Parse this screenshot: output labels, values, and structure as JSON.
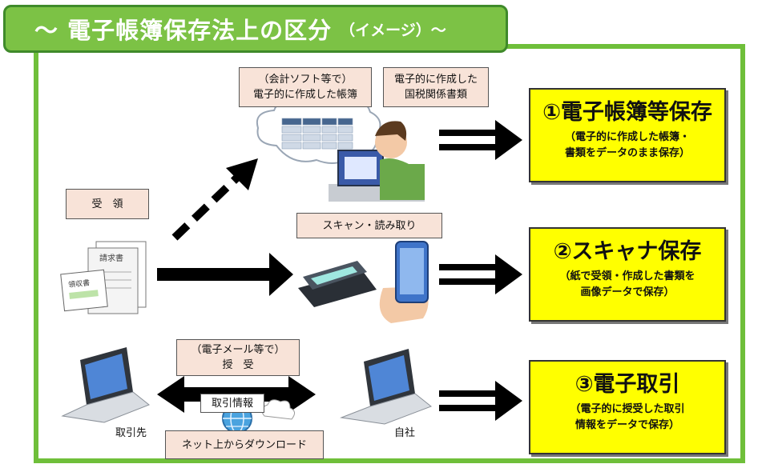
{
  "title": {
    "main": "～ 電子帳簿保存法上の区分",
    "sub": "（イメージ）～"
  },
  "boxes": {
    "software": "（会計ソフト等で）\n電子的に作成した帳簿",
    "tax_docs": "電子的に作成した\n国税関係書類",
    "receive": "受　領",
    "scan": "スキャン・読み取り",
    "email": "（電子メール等で）\n授　受",
    "download": "ネット上からダウンロード",
    "tx_info": "取引情報"
  },
  "labels": {
    "partner": "取引先",
    "self": "自社"
  },
  "documents": {
    "invoice": "請求書",
    "receipt": "領収書"
  },
  "results": [
    {
      "title": "①電子帳簿等保存",
      "desc": "（電子的に作成した帳簿・\n書類をデータのまま保存）"
    },
    {
      "title": "②スキャナ保存",
      "desc": "（紙で受領・作成した書類を\n画像データで保存）"
    },
    {
      "title": "③電子取引",
      "desc": "（電子的に授受した取引\n情報をデータで保存）"
    }
  ],
  "colors": {
    "green": "#7cc245",
    "frame": "#6fbf3a",
    "yellow": "#ffff00",
    "peach": "#f8e3d8"
  }
}
